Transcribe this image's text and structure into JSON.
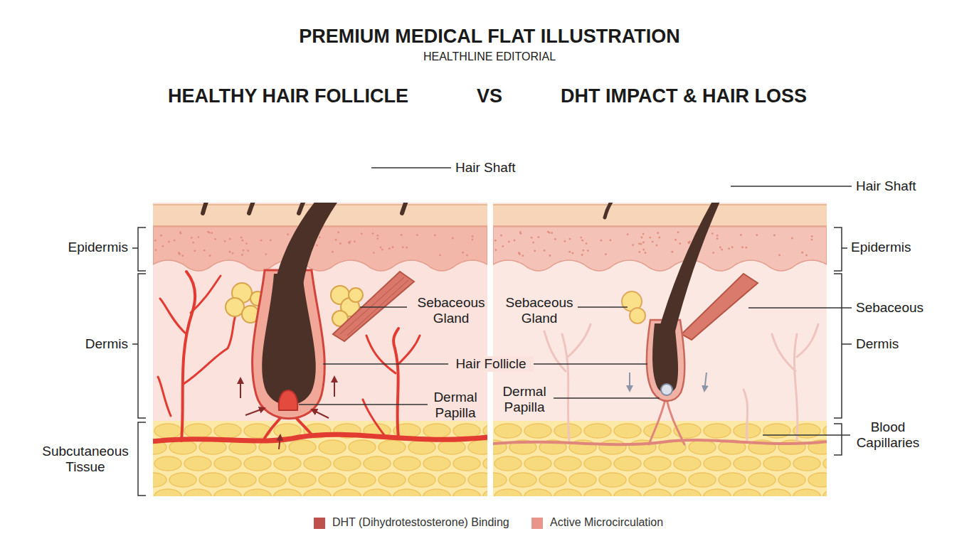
{
  "diagram": {
    "title": "PREMIUM MEDICAL FLAT ILLUSTRATION",
    "labels": [
      "HEALTHLINE EDITORIAL",
      "HEALTHY HAIR FOLLICLE",
      "VS",
      "DHT IMPACT & HAIR LOSS",
      "Hair Shaft",
      "Epidermis",
      "Dermis",
      "Subcutaneous Tissue",
      "Sebaceous Gland",
      "Hair Follicle",
      "Dermal Papilla",
      "Sebaceous Gland",
      "Dermal Papilla",
      "Hair Shaft",
      "Epidermis",
      "Sebaceous",
      "Dermis",
      "Blood Capillaries"
    ],
    "legend": [
      {
        "text": "DHT (Dihydrotestosterone) Binding",
        "color": "#c0504d"
      },
      {
        "text": "Active Microcirculation",
        "color": "#e8968a"
      }
    ]
  }
}
